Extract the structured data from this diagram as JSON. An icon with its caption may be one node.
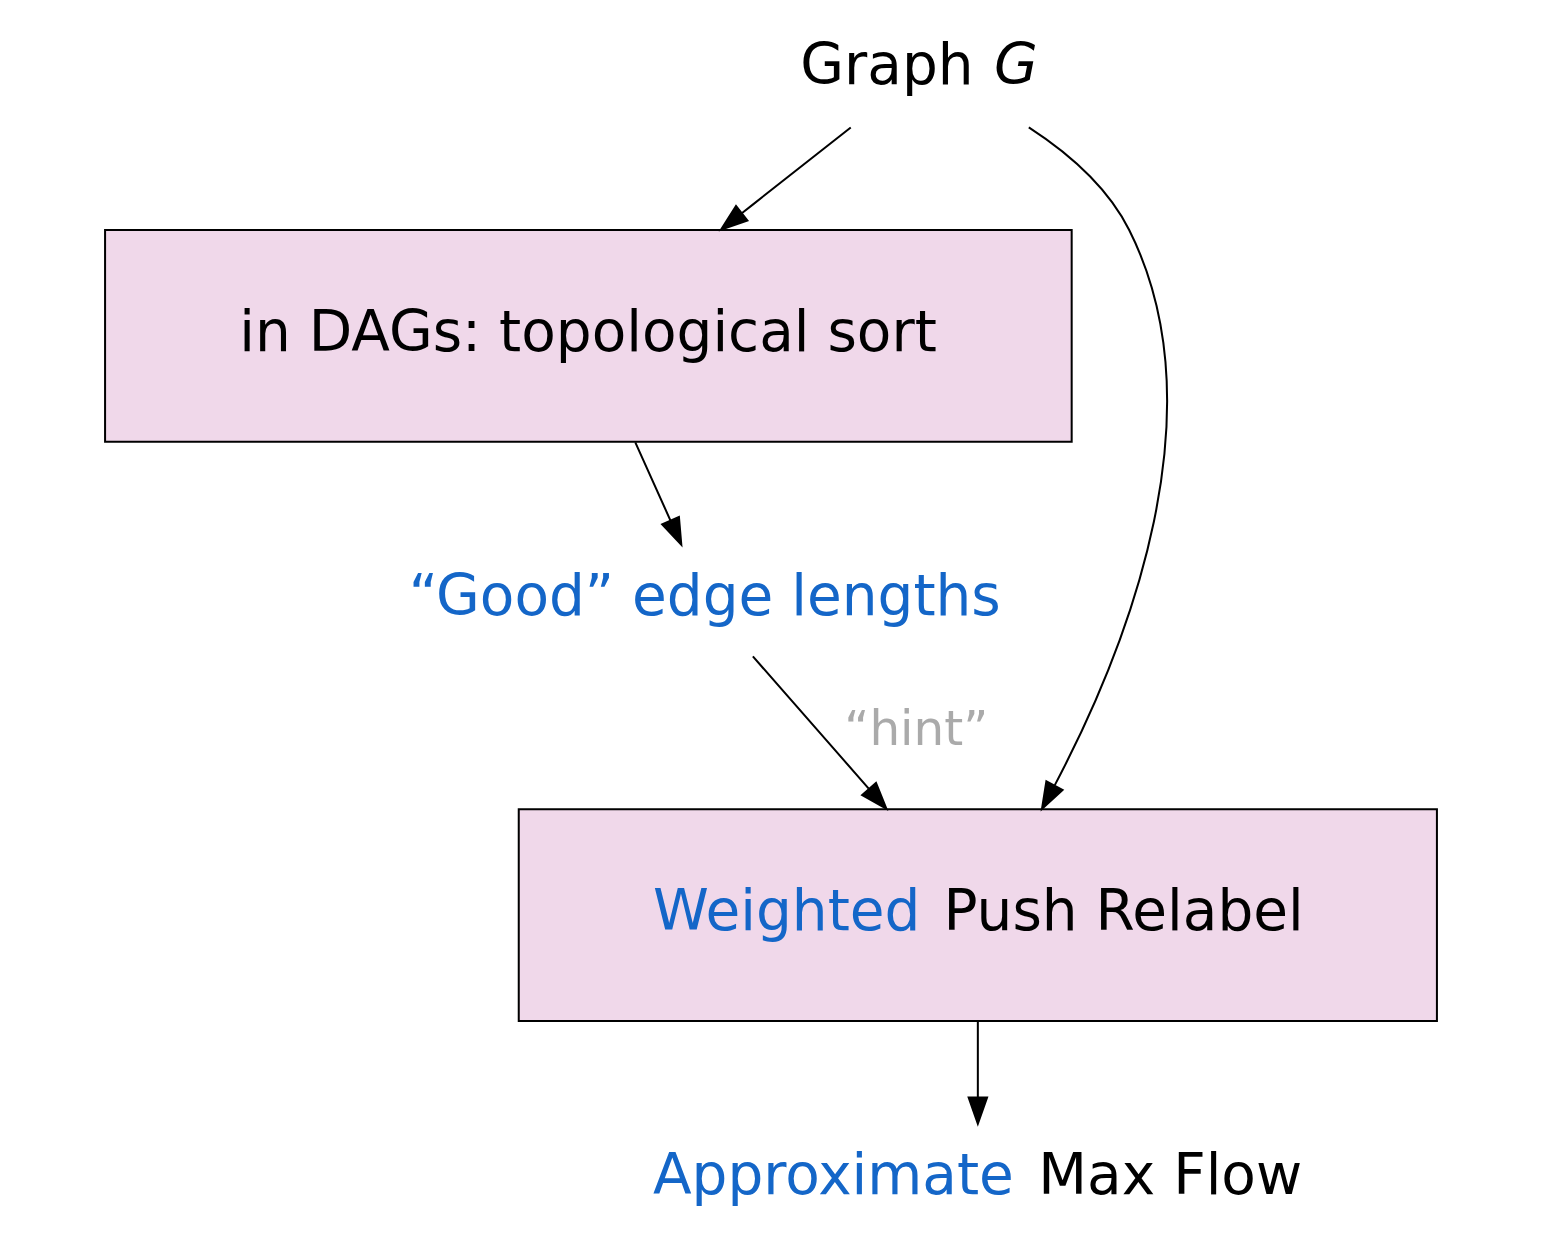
{
  "diagram": {
    "nodes": [
      {
        "text": [
          "Graph *G*"
        ]
      },
      {
        "text": [
          "in DAGs: topological sort"
        ]
      },
      {
        "text": [
          "“Good” edge lengths"
        ]
      },
      {
        "text": [
          "Weighted",
          "Push Relabel"
        ]
      },
      {
        "text": [
          "Approximate",
          "Max Flow"
        ]
      }
    ],
    "edges": [
      {
        "from": 0,
        "to": 1,
        "arrow": "to"
      },
      {
        "from": 0,
        "to": 3,
        "arrow": "to"
      },
      {
        "from": 1,
        "to": 2,
        "arrow": "to"
      },
      {
        "from": 2,
        "to": 3,
        "arrow": "to",
        "label": "“hint”"
      },
      {
        "from": 3,
        "to": 4,
        "arrow": "to"
      }
    ]
  }
}
